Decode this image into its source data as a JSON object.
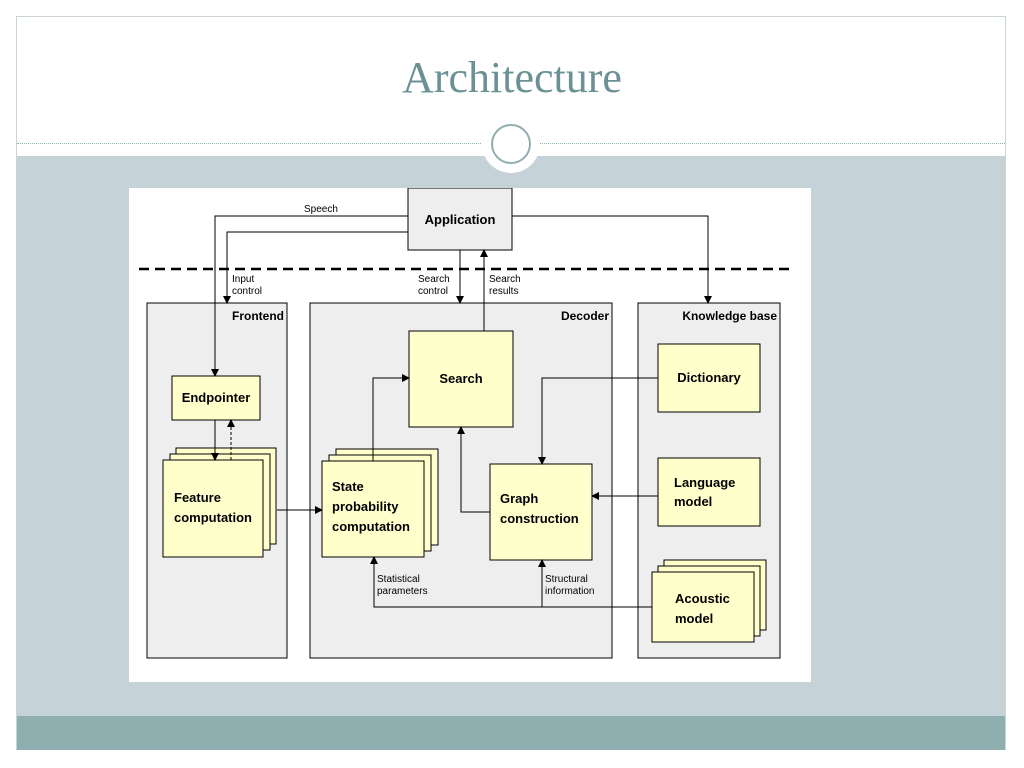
{
  "slide": {
    "title": "Architecture"
  },
  "colors": {
    "title": "#6b9196",
    "content_band": "#c5d2d8",
    "footer_bar": "#8faeaf",
    "box_fill_yellow": "#ffffcc",
    "group_fill_gray": "#eeeeee"
  },
  "diagram": {
    "application": "Application",
    "labels": {
      "speech": "Speech",
      "input_control_1": "Input",
      "input_control_2": "control",
      "search_control_1": "Search",
      "search_control_2": "control",
      "search_results_1": "Search",
      "search_results_2": "results",
      "statistical_parameters_1": "Statistical",
      "statistical_parameters_2": "parameters",
      "structural_information_1": "Structural",
      "structural_information_2": "information"
    },
    "groups": {
      "frontend": "Frontend",
      "decoder": "Decoder",
      "knowledge_base": "Knowledge base"
    },
    "boxes": {
      "endpointer": "Endpointer",
      "feature_1": "Feature",
      "feature_2": "computation",
      "search": "Search",
      "state_1": "State",
      "state_2": "probability",
      "state_3": "computation",
      "graph_1": "Graph",
      "graph_2": "construction",
      "dictionary": "Dictionary",
      "language_1": "Language",
      "language_2": "model",
      "acoustic_1": "Acoustic",
      "acoustic_2": "model"
    }
  }
}
